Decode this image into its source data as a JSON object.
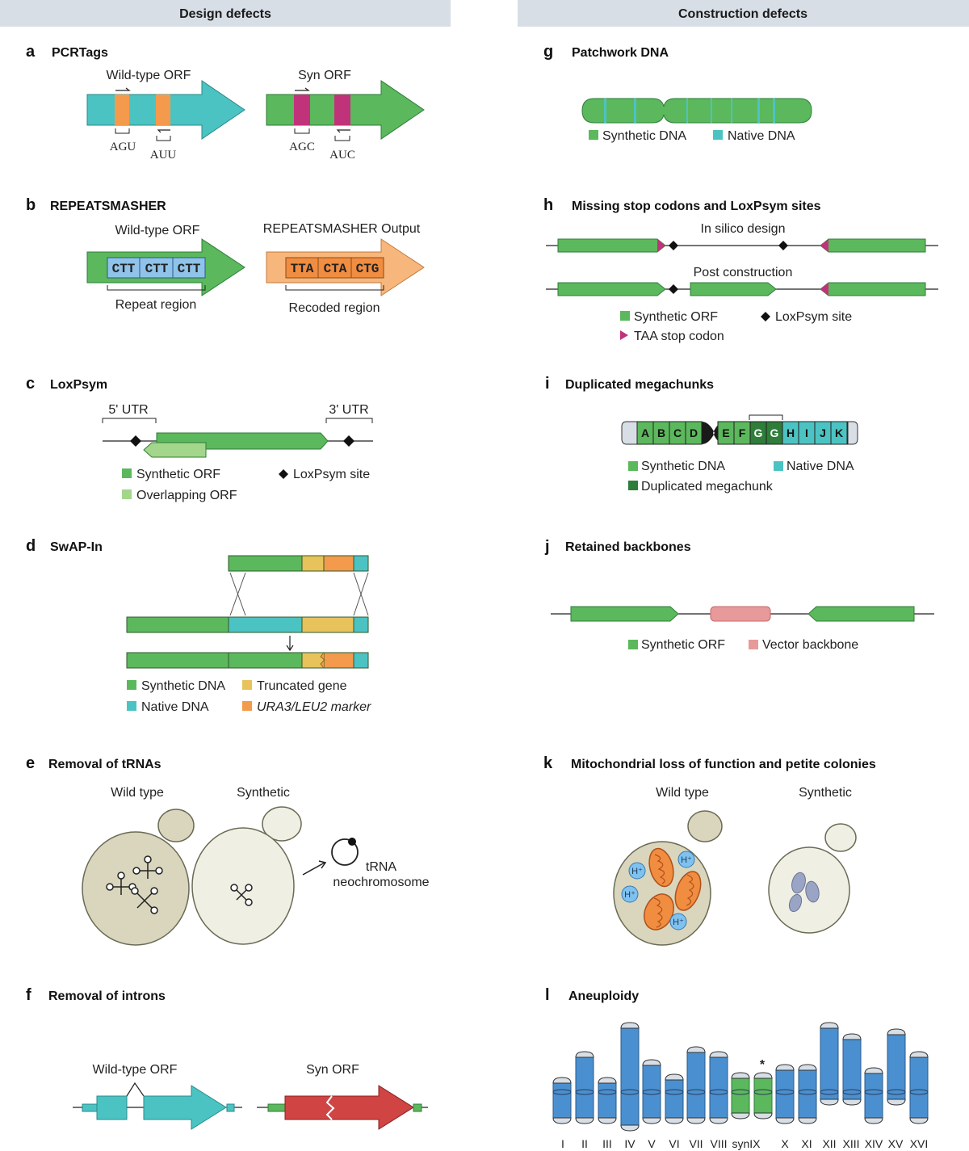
{
  "headers": {
    "left": "Design defects",
    "right": "Construction defects"
  },
  "panels": {
    "a": {
      "label": "a",
      "title": "PCRTags",
      "wt_orf": "Wild-type ORF",
      "syn_orf": "Syn ORF",
      "codon1": "AGU",
      "codon2": "AUU",
      "codon3": "AGC",
      "codon4": "AUC"
    },
    "b": {
      "label": "b",
      "title": "REPEATSMASHER",
      "wt_orf": "Wild-type ORF",
      "output": "REPEATSMASHER Output",
      "repeat_codons": [
        "CTT",
        "CTT",
        "CTT"
      ],
      "recoded_codons": [
        "TTA",
        "CTA",
        "CTG"
      ],
      "repeat_region": "Repeat region",
      "recoded_region": "Recoded region"
    },
    "c": {
      "label": "c",
      "title": "LoxPsym",
      "utr5": "5' UTR",
      "utr3": "3' UTR",
      "legend_syn": "Synthetic ORF",
      "legend_overlap": "Overlapping ORF",
      "legend_lox": "LoxPsym site"
    },
    "d": {
      "label": "d",
      "title": "SwAP-In",
      "legend_syn": "Synthetic DNA",
      "legend_trunc": "Truncated gene",
      "legend_native": "Native DNA",
      "legend_marker": "URA3/LEU2 marker"
    },
    "e": {
      "label": "e",
      "title": "Removal of tRNAs",
      "wild": "Wild type",
      "synthetic": "Synthetic",
      "trna1": "tRNA",
      "trna2": "neochromosome"
    },
    "f": {
      "label": "f",
      "title": "Removal of introns",
      "wt_orf": "Wild-type ORF",
      "syn_orf": "Syn ORF"
    },
    "g": {
      "label": "g",
      "title": "Patchwork DNA",
      "legend_syn": "Synthetic DNA",
      "legend_native": "Native DNA"
    },
    "h": {
      "label": "h",
      "title": "Missing stop codons and LoxPsym sites",
      "in_silico": "In silico design",
      "post": "Post construction",
      "legend_syn": "Synthetic ORF",
      "legend_lox": "LoxPsym site",
      "legend_stop": "TAA stop codon"
    },
    "i": {
      "label": "i",
      "title": "Duplicated megachunks",
      "chunks": [
        "A",
        "B",
        "C",
        "D",
        "E",
        "F",
        "G",
        "G",
        "H",
        "I",
        "J",
        "K"
      ],
      "legend_syn": "Synthetic DNA",
      "legend_native": "Native DNA",
      "legend_dup": "Duplicated megachunk"
    },
    "j": {
      "label": "j",
      "title": "Retained backbones",
      "legend_syn": "Synthetic ORF",
      "legend_vector": "Vector backbone"
    },
    "k": {
      "label": "k",
      "title": "Mitochondrial loss of function and petite colonies",
      "wild": "Wild type",
      "synthetic": "Synthetic",
      "hplus": "H⁺"
    },
    "l": {
      "label": "l",
      "title": "Aneuploidy",
      "chromosomes": [
        "I",
        "II",
        "III",
        "IV",
        "V",
        "VI",
        "VII",
        "VIII",
        "synIX",
        "X",
        "XI",
        "XII",
        "XIII",
        "XIV",
        "XV",
        "XVI"
      ],
      "asterisk": "*"
    }
  },
  "colors": {
    "green": "#5cb85c",
    "light_green": "#a3d68a",
    "dark_green": "#2e7d3a",
    "teal": "#4cc3c3",
    "orange": "#f39a4d",
    "magenta": "#c0337a",
    "blue": "#4a90d0",
    "peach": "#f7b77c",
    "yellow": "#e8c25a",
    "pink": "#e89a9a",
    "cell": "#d9d6bd",
    "red": "#d04444"
  }
}
